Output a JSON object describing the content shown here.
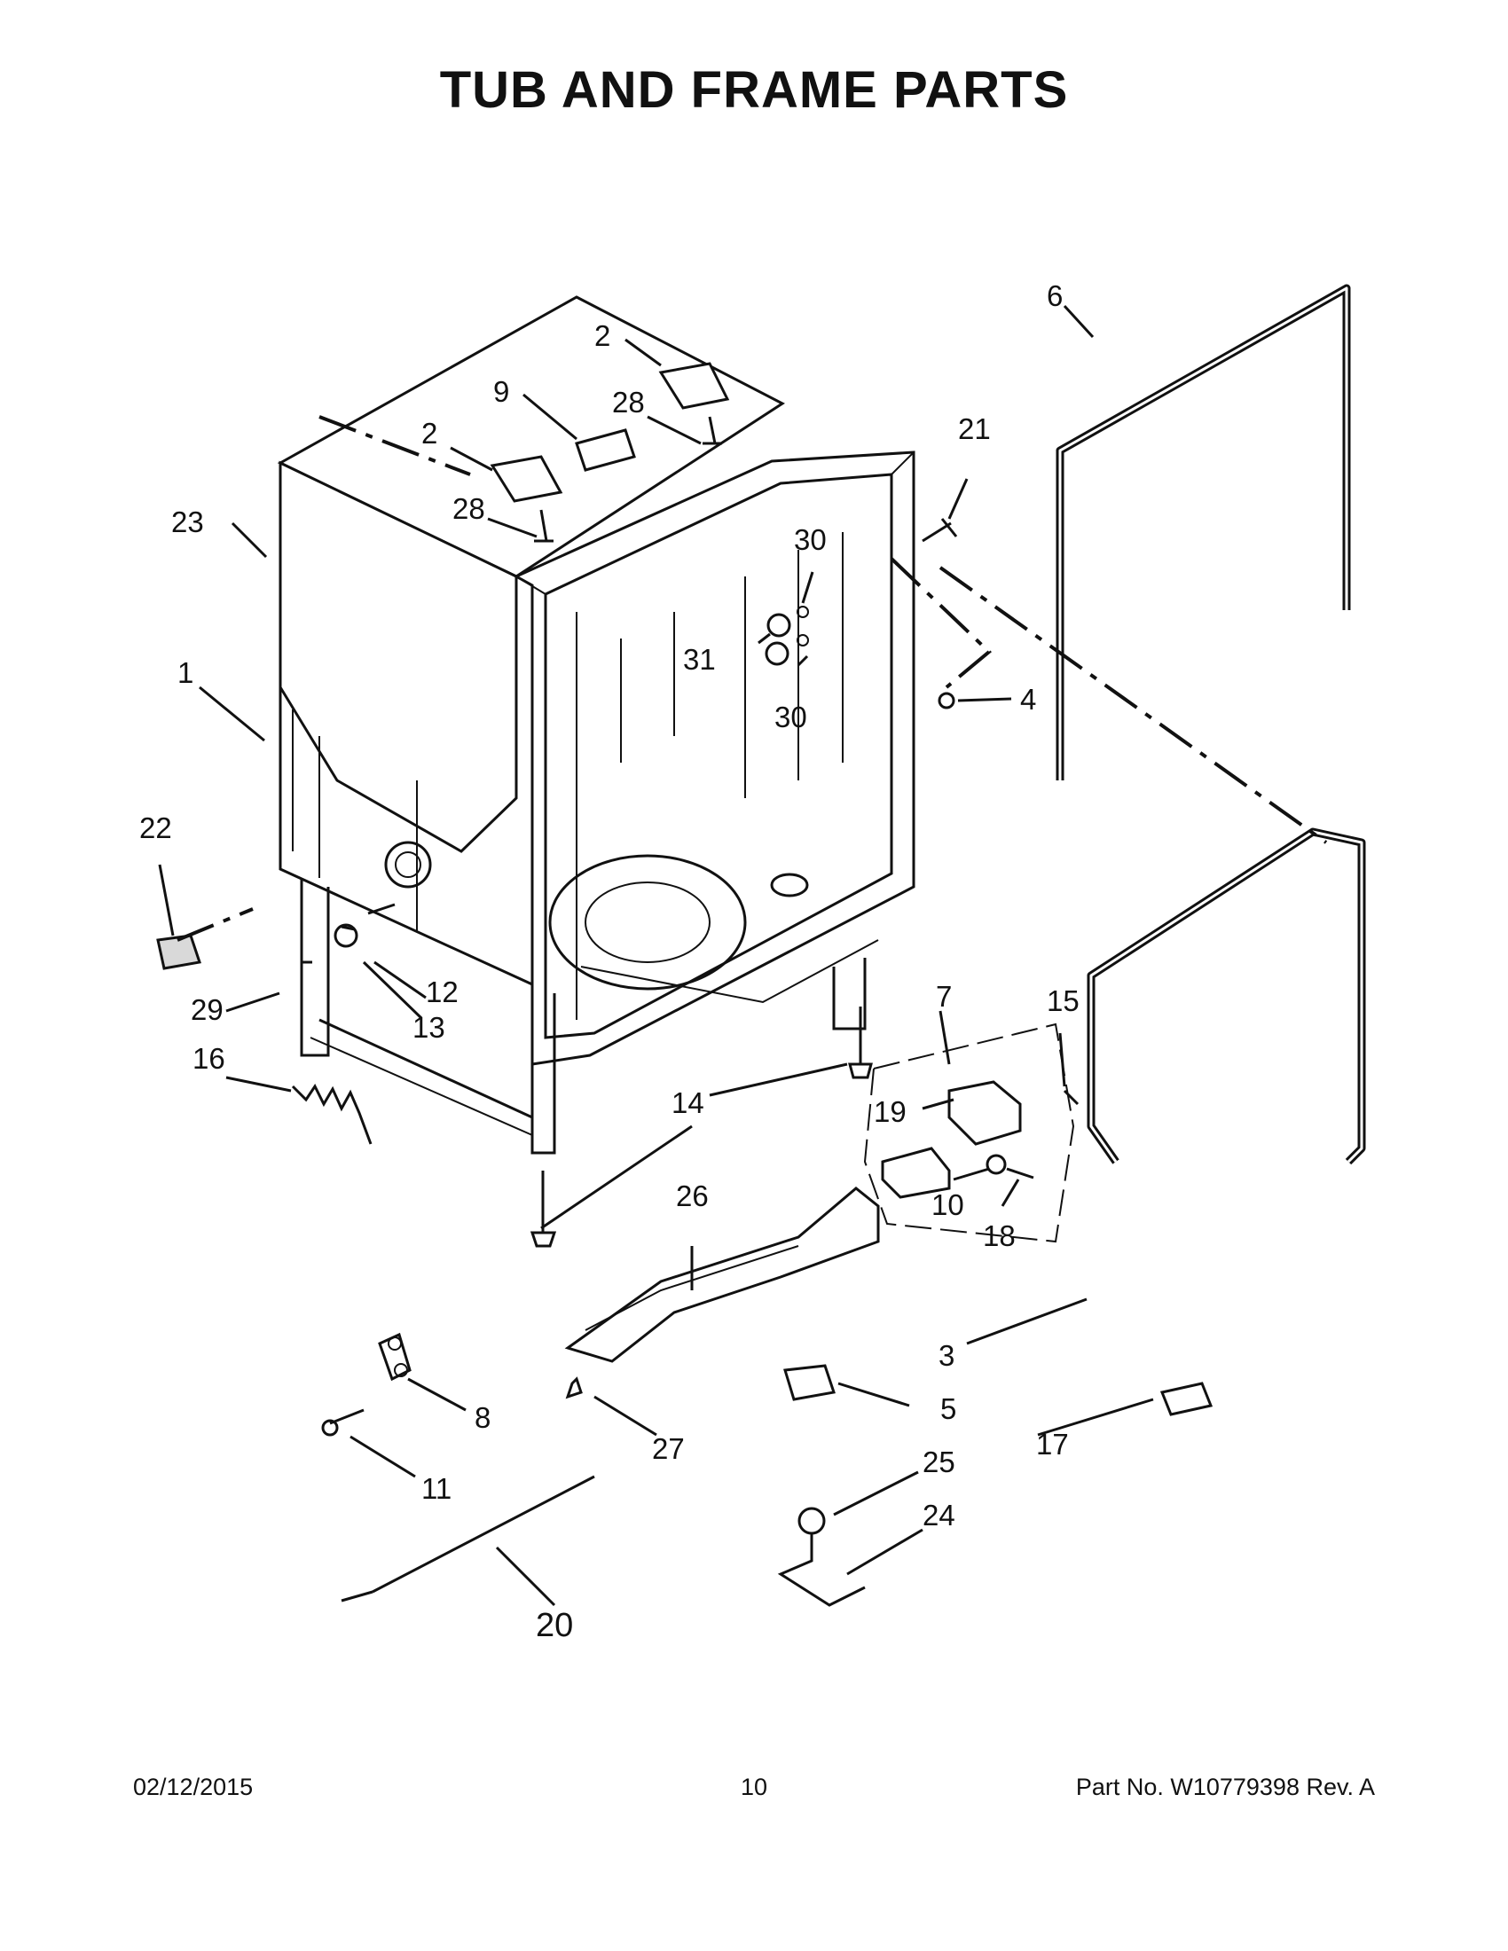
{
  "title": "TUB AND FRAME PARTS",
  "callouts": {
    "c1": "1",
    "c2a": "2",
    "c2b": "2",
    "c3": "3",
    "c4": "4",
    "c5": "5",
    "c6": "6",
    "c7": "7",
    "c8": "8",
    "c9": "9",
    "c10": "10",
    "c11": "11",
    "c12": "12",
    "c13": "13",
    "c14": "14",
    "c15": "15",
    "c16": "16",
    "c17": "17",
    "c18": "18",
    "c19": "19",
    "c20": "20",
    "c21": "21",
    "c22": "22",
    "c23": "23",
    "c24": "24",
    "c25": "25",
    "c26": "26",
    "c27": "27",
    "c28a": "28",
    "c28b": "28",
    "c29": "29",
    "c30a": "30",
    "c30b": "30",
    "c31": "31"
  },
  "footer": {
    "date": "02/12/2015",
    "page": "10",
    "part": "Part No.  W10779398  Rev.  A"
  }
}
